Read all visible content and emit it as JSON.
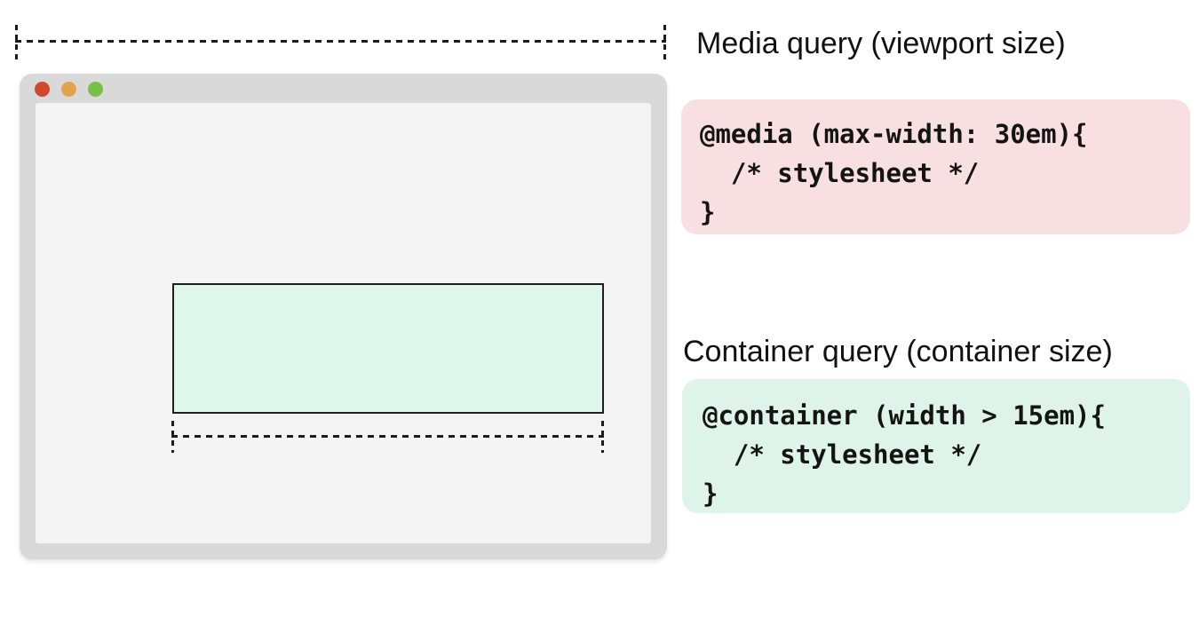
{
  "headings": {
    "media": "Media query (viewport size)",
    "container": "Container query (container size)"
  },
  "code_blocks": {
    "media": {
      "lines": [
        "@media (max-width: 30em){",
        "  /* stylesheet */",
        "}"
      ],
      "background": "#f8e0e2"
    },
    "container": {
      "lines": [
        "@container (width > 15em){",
        "  /* stylesheet */",
        "}"
      ],
      "background": "#def3e9"
    }
  },
  "browser": {
    "traffic_lights": [
      {
        "name": "close",
        "color": "#d0492e"
      },
      {
        "name": "minimize",
        "color": "#e2a34c"
      },
      {
        "name": "zoom",
        "color": "#78bf45"
      }
    ],
    "frame_color": "#d9d9d9",
    "content_color": "#f4f4f4",
    "container_box": {
      "fill": "#def8ec",
      "border": "#1f1f1f"
    }
  },
  "measure": {
    "line_color": "#1c1c1c"
  }
}
